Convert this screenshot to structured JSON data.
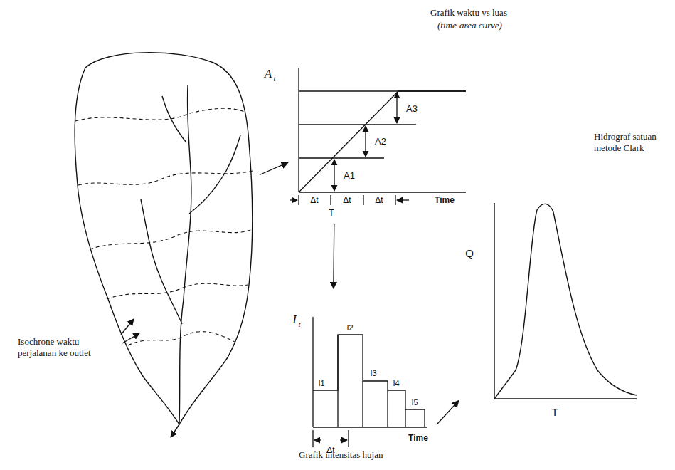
{
  "diagram": {
    "nodes": [
      {
        "text": [
          "Isochrone waktu perjalanan ke outlet"
        ]
      },
      {
        "text": [
          "Grafik waktu vs luas",
          "(time-area curve)"
        ]
      },
      {
        "text": [
          "Grafik intensitas hujan"
        ]
      },
      {
        "text": [
          "Hidrograf satuan metode Clark"
        ]
      }
    ],
    "edges": [
      {
        "from": 0,
        "to": 1,
        "arrow": "to"
      },
      {
        "from": 1,
        "to": 2,
        "arrow": "to"
      },
      {
        "from": 2,
        "to": 3,
        "arrow": "to"
      }
    ],
    "labels": [
      "A",
      "t",
      "A3",
      "A2",
      "A1",
      "Δt",
      "Δt",
      "Δt",
      "Time",
      "T",
      "I",
      "t",
      "I1",
      "I2",
      "I3",
      "I4",
      "I5",
      "Δt",
      "Time",
      "Q",
      "T"
    ]
  }
}
